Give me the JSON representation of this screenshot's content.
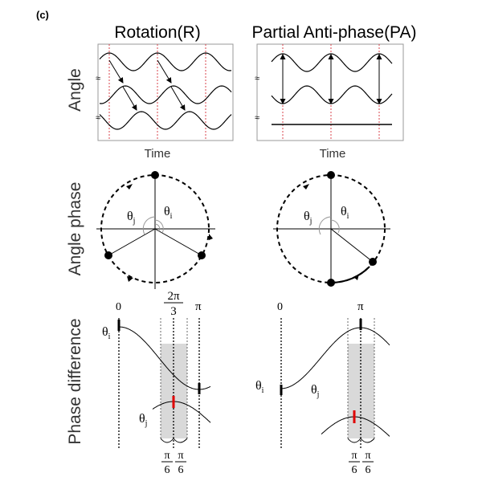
{
  "panel_label": "(c)",
  "columns": {
    "left_title": "Rotation(R)",
    "right_title": "Partial Anti-phase(PA)"
  },
  "row_labels": {
    "angle": "Angle",
    "angle_phase": "Angle phase",
    "phase_difference": "Phase difference"
  },
  "time_label": "Time",
  "break_mark": "≈",
  "theta_i": {
    "base": "θ",
    "sub": "i"
  },
  "theta_j": {
    "base": "θ",
    "sub": "j"
  },
  "phase_labels": {
    "zero": "0",
    "pi": "π",
    "two_pi_num": "2π",
    "two_pi_den": "3",
    "pi6_num": "π",
    "pi6_den": "6"
  },
  "colors": {
    "line": "#000000",
    "red_dotted": "#d9434b",
    "red_mark": "#e00000",
    "gray_band": "#d9d9d9",
    "frame": "#999999",
    "label_gray": "#333333"
  }
}
